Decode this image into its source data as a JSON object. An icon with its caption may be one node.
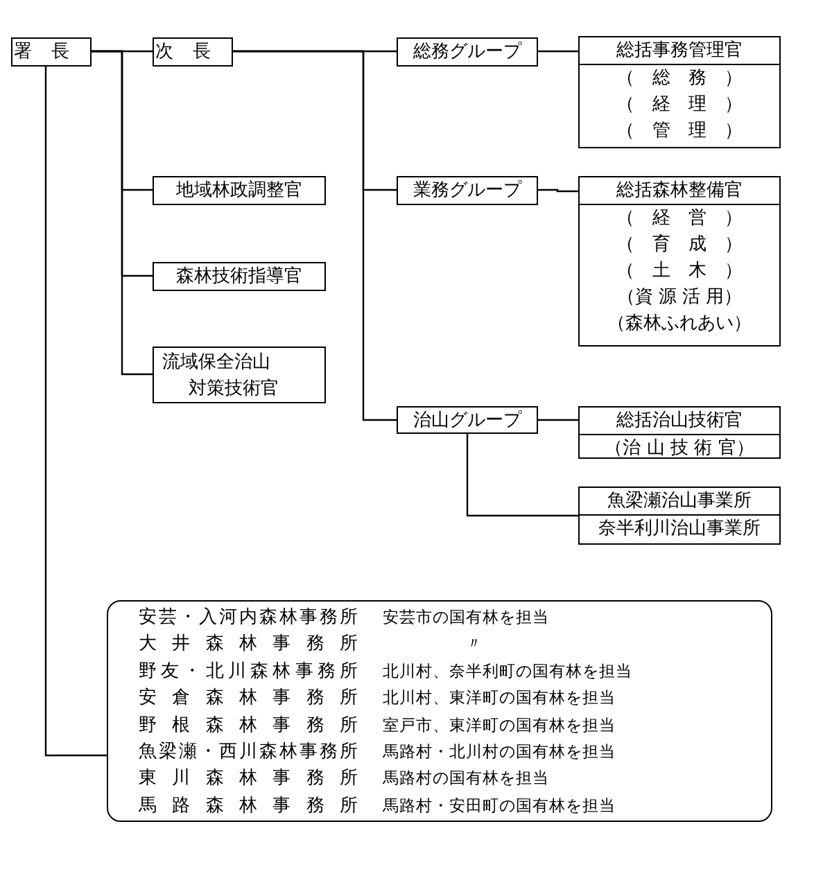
{
  "diagram": {
    "nodes": [
      {
        "text": [
          "署長"
        ]
      },
      {
        "text": [
          "次長"
        ]
      },
      {
        "text": [
          "地域林政調整官"
        ]
      },
      {
        "text": [
          "森林技術指導官"
        ]
      },
      {
        "text": [
          "流域保全治山対策技術官"
        ]
      },
      {
        "text": [
          "総務グループ"
        ]
      },
      {
        "text": [
          "総括事務管理官",
          "（　総　務　）",
          "（　経　理　）",
          "（　管　理　）"
        ]
      },
      {
        "text": [
          "業務グループ"
        ]
      },
      {
        "text": [
          "総括森林整備官",
          "（　経　営　）",
          "（　育　成　）",
          "（　土　木　）",
          "（資 源 活 用）",
          "（森林ふれあい）"
        ]
      },
      {
        "text": [
          "治山グループ"
        ]
      },
      {
        "text": [
          "総括治山技術官",
          "（治 山 技 術 官）"
        ]
      },
      {
        "text": [
          "魚梁瀬治山事業所",
          "奈半利川治山事業所"
        ]
      },
      {
        "text": [
          "安芸・入河内森林事務所",
          "安芸市の国有林を担当",
          "大井森林事務所",
          "〃",
          "野友・北川森林事務所",
          "北川村、奈半利町の国有林を担当",
          "安倉森林事務所",
          "北川村、東洋町の国有林を担当",
          "野根森林事務所",
          "室戸市、東洋町の国有林を担当",
          "魚梁瀬・西川森林事務所",
          "馬路村・北川村の国有林を担当",
          "東川森林事務所",
          "馬路村の国有林を担当",
          "馬路森林事務所",
          "馬路村・安田町の国有林を担当"
        ]
      }
    ],
    "edges": [
      {
        "from": 0,
        "to": 1,
        "arrow": "none"
      },
      {
        "from": 0,
        "to": 2,
        "arrow": "none"
      },
      {
        "from": 0,
        "to": 3,
        "arrow": "none"
      },
      {
        "from": 0,
        "to": 4,
        "arrow": "none"
      },
      {
        "from": 0,
        "to": 12,
        "arrow": "none"
      },
      {
        "from": 1,
        "to": 5,
        "arrow": "none"
      },
      {
        "from": 1,
        "to": 7,
        "arrow": "none"
      },
      {
        "from": 1,
        "to": 9,
        "arrow": "none"
      },
      {
        "from": 5,
        "to": 6,
        "arrow": "none"
      },
      {
        "from": 7,
        "to": 8,
        "arrow": "none"
      },
      {
        "from": 9,
        "to": 10,
        "arrow": "none"
      },
      {
        "from": 9,
        "to": 11,
        "arrow": "none"
      }
    ]
  }
}
